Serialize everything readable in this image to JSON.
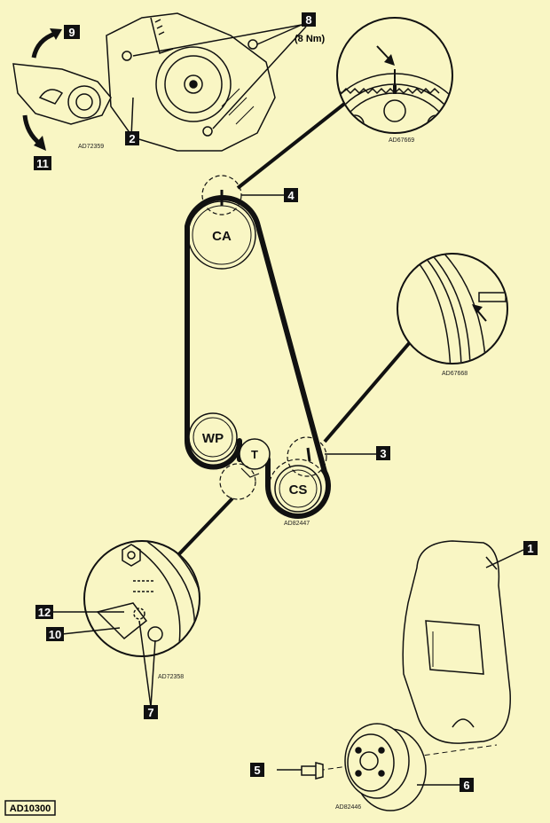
{
  "figure": {
    "id_label": "AD10300",
    "background": "#f9f6c4",
    "ink": "#111111"
  },
  "pulleys": {
    "camshaft": "CA",
    "water_pump": "WP",
    "tensioner": "T",
    "crankshaft": "CS"
  },
  "callouts": {
    "c1": "1",
    "c2": "2",
    "c3": "3",
    "c4": "4",
    "c5": "5",
    "c6": "6",
    "c7": "7",
    "c8": "8",
    "c9": "9",
    "c10": "10",
    "c11": "11",
    "c12": "12"
  },
  "torque_note": "(8 Nm)",
  "drawing_codes": {
    "tensioner_detail_top": "AD72359",
    "cam_mark_detail": "AD67669",
    "crank_mark_detail": "AD67668",
    "belt_layout": "AD82447",
    "tensioner_detail_bottom": "AD72358",
    "crank_pulley": "AD82446"
  },
  "icons": [
    "rotation-arrow-icon",
    "bolt-icon",
    "timing-mark-arrow-icon"
  ]
}
